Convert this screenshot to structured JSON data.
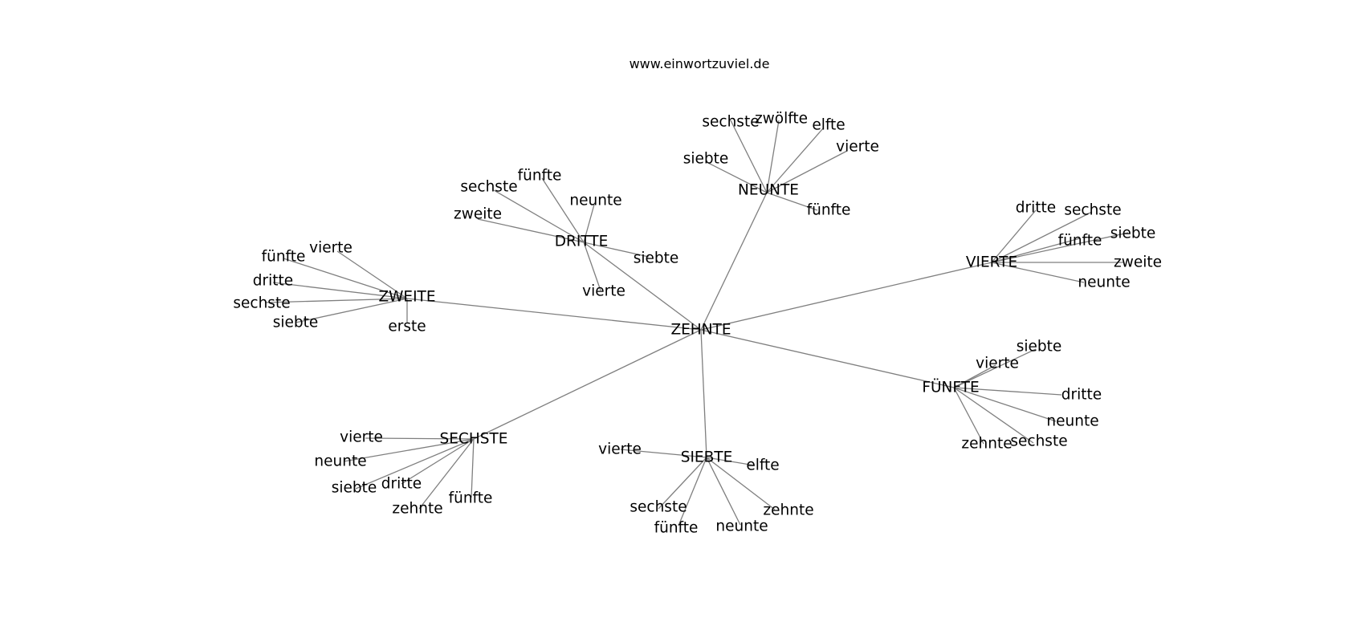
{
  "header": {
    "site_url": "www.einwortzuviel.de"
  },
  "graph": {
    "center": "ZEHNTE",
    "hubs": [
      {
        "label": "NEUNTE",
        "leaves": [
          "sechste",
          "zwölfte",
          "elfte",
          "vierte",
          "siebte",
          "fünfte"
        ]
      },
      {
        "label": "DRITTE",
        "leaves": [
          "fünfte",
          "sechste",
          "neunte",
          "zweite",
          "siebte",
          "vierte"
        ]
      },
      {
        "label": "ZWEITE",
        "leaves": [
          "vierte",
          "fünfte",
          "dritte",
          "sechste",
          "siebte",
          "erste"
        ]
      },
      {
        "label": "VIERTE",
        "leaves": [
          "dritte",
          "sechste",
          "fünfte",
          "siebte",
          "zweite",
          "neunte"
        ]
      },
      {
        "label": "FÜNFTE",
        "leaves": [
          "siebte",
          "vierte",
          "dritte",
          "neunte",
          "zehnte",
          "sechste"
        ]
      },
      {
        "label": "SECHSTE",
        "leaves": [
          "vierte",
          "neunte",
          "dritte",
          "siebte",
          "fünfte",
          "zehnte"
        ]
      },
      {
        "label": "SIEBTE",
        "leaves": [
          "vierte",
          "elfte",
          "sechste",
          "zehnte",
          "fünfte",
          "neunte"
        ]
      }
    ]
  }
}
